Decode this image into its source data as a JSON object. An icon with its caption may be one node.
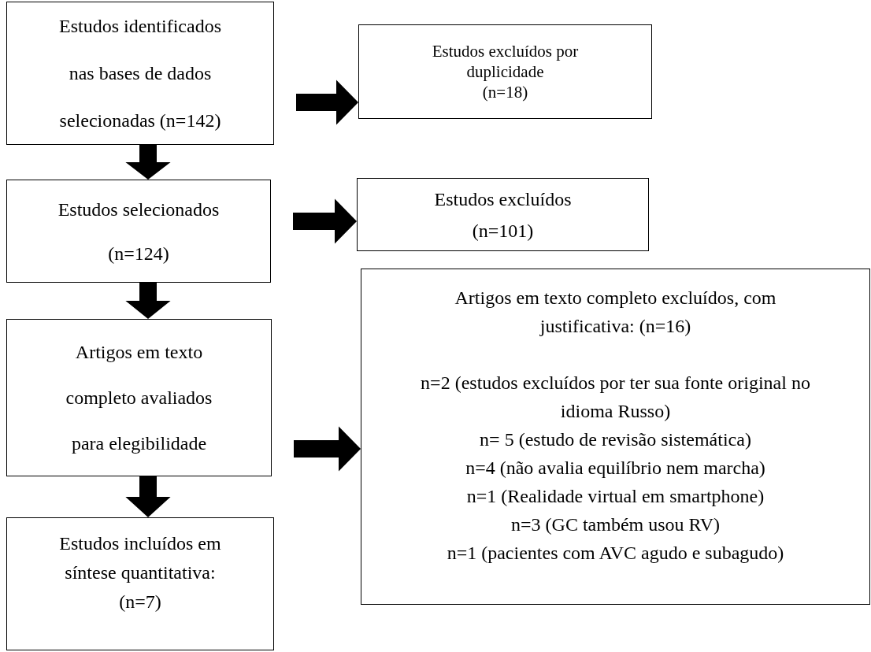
{
  "diagram": {
    "nodes": [
      {
        "text": [
          "Estudos identificados nas bases de dados selecionadas (n=142)"
        ]
      },
      {
        "text": [
          "Estudos excluídos por duplicidade",
          "(n=18)"
        ]
      },
      {
        "text": [
          "Estudos selecionados",
          "(n=124)"
        ]
      },
      {
        "text": [
          "Estudos excluídos",
          "(n=101)"
        ]
      },
      {
        "text": [
          "Artigos em texto completo avaliados para elegibilidade"
        ]
      },
      {
        "text": [
          "Artigos em texto completo excluídos, com justificativa: (n=16)",
          "n=2 (estudos excluídos por ter sua fonte original no idioma Russo)",
          "n= 5 (estudo de revisão sistemática)",
          "n=4 (não avalia equilíbrio nem marcha)",
          "n=1 (Realidade virtual em smartphone)",
          "n=3 (GC também usou RV)",
          "n=1 (pacientes com AVC agudo e subagudo)"
        ]
      },
      {
        "text": [
          "Estudos incluídos em síntese quantitativa:",
          "(n=7)"
        ]
      }
    ],
    "edges": [
      {
        "from": 0,
        "to": 1,
        "arrow": "to"
      },
      {
        "from": 0,
        "to": 2,
        "arrow": "to"
      },
      {
        "from": 2,
        "to": 3,
        "arrow": "to"
      },
      {
        "from": 2,
        "to": 4,
        "arrow": "to"
      },
      {
        "from": 4,
        "to": 5,
        "arrow": "to"
      },
      {
        "from": 4,
        "to": 6,
        "arrow": "to"
      }
    ]
  }
}
